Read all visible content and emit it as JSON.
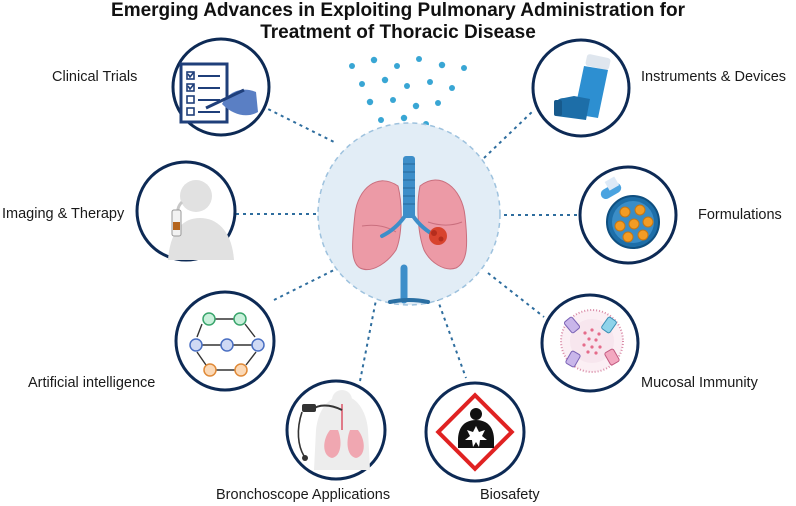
{
  "title": {
    "line1": "Emerging Advances in Exploiting Pulmonary Administration for",
    "line2": "Treatment of Thoracic Disease"
  },
  "labels": {
    "clinical_trials": "Clinical Trials",
    "instruments_devices": "Instruments & Devices",
    "imaging_therapy": "Imaging & Therapy",
    "formulations": "Formulations",
    "artificial_intelligence": "Artificial intelligence",
    "mucosal_immunity": "Mucosal Immunity",
    "bronchoscope_applications": "Bronchoscope Applications",
    "biosafety": "Biosafety"
  },
  "colors": {
    "ring": "#0d2a55",
    "connector": "#2e6d9e",
    "center_fill": "#e2edf6",
    "center_dash": "#9ec2de",
    "lung": "#ec9aa6",
    "trachea": "#3d8ec9",
    "aerosol": "#39a6d4"
  }
}
